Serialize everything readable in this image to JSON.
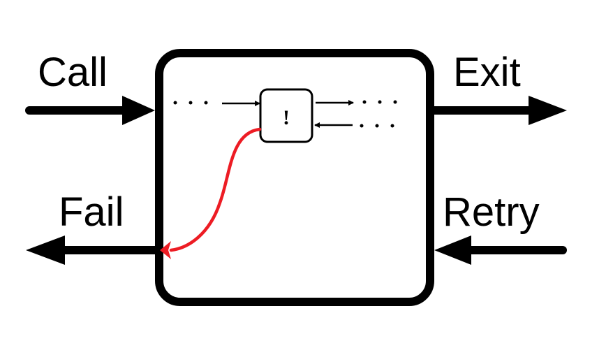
{
  "diagram": {
    "type": "procedure-box-model",
    "ports": {
      "call": "Call",
      "exit": "Exit",
      "fail": "Fail",
      "retry": "Retry"
    },
    "inner_goal": {
      "label": "!",
      "meaning": "cut"
    },
    "ellipsis": {
      "left_in": "· · ·",
      "right_out": "· · ·",
      "right_in": "· · ·"
    },
    "colors": {
      "stroke": "#000000",
      "cut_path": "#ed1c24",
      "background": "#ffffff"
    }
  }
}
